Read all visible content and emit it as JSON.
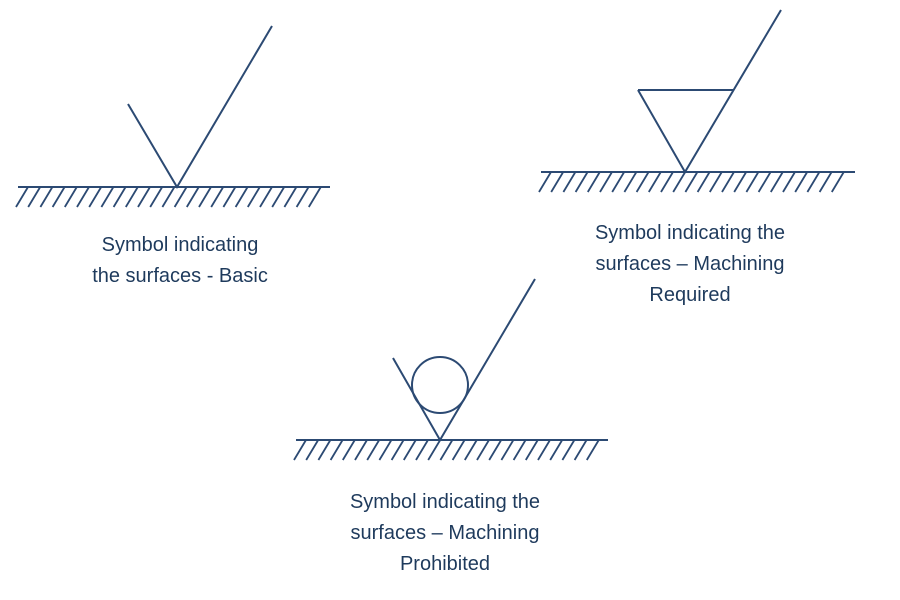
{
  "colors": {
    "stroke": "#2c4a73",
    "text": "#1e3a5c",
    "background": "#ffffff"
  },
  "symbols": [
    {
      "id": "basic",
      "kind": "basic",
      "caption": [
        "Symbol indicating",
        "the surfaces - Basic"
      ]
    },
    {
      "id": "required",
      "kind": "machining-required",
      "caption": [
        "Symbol indicating the",
        "surfaces – Machining",
        "Required"
      ]
    },
    {
      "id": "prohibited",
      "kind": "machining-prohibited",
      "caption": [
        "Symbol indicating the",
        "surfaces – Machining",
        "Prohibited"
      ]
    }
  ]
}
